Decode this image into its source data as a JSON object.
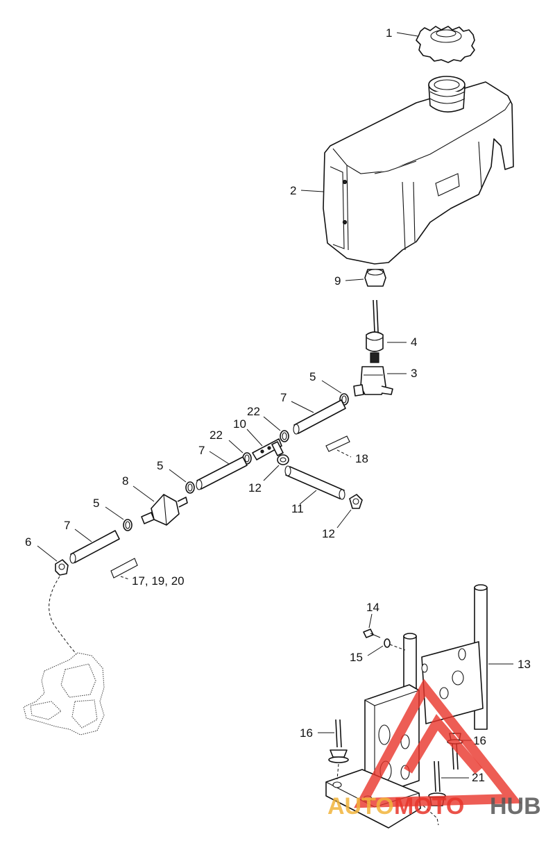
{
  "callouts": {
    "p1": "1",
    "p2": "2",
    "p9": "9",
    "p4": "4",
    "p3": "3",
    "p5a": "5",
    "p7a": "7",
    "p22a": "22",
    "p10": "10",
    "p22b": "22",
    "p7b": "7",
    "p18": "18",
    "p5b": "5",
    "p8": "8",
    "p12a": "12",
    "p11": "11",
    "p5c": "5",
    "p7c": "7",
    "p12b": "12",
    "p6": "6",
    "p17_19_20": "17, 19, 20",
    "p14": "14",
    "p15": "15",
    "p13": "13",
    "p16a": "16",
    "p16b": "16",
    "p21": "21"
  },
  "watermark": {
    "part_a": "AUTO",
    "part_b": "MOTO",
    "part_c": "HUB",
    "colors": {
      "red": "#e8342a",
      "orange": "#f2b43c",
      "gray": "#555555"
    }
  }
}
